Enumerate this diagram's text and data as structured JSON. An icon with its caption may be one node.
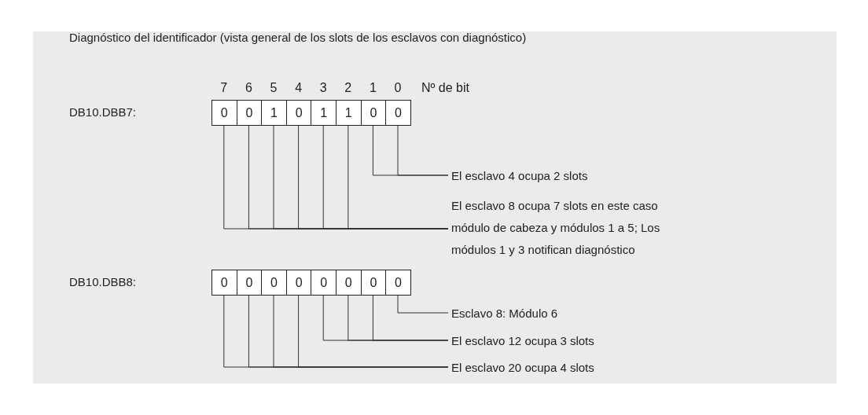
{
  "diagram": {
    "title": "Diagnóstico del identificador (vista general de los slots de los esclavos con diagnóstico)",
    "nodes": [
      {
        "text": [
          "0"
        ]
      },
      {
        "text": [
          "0"
        ]
      },
      {
        "text": [
          "1"
        ]
      },
      {
        "text": [
          "0"
        ]
      },
      {
        "text": [
          "1"
        ]
      },
      {
        "text": [
          "1"
        ]
      },
      {
        "text": [
          "0"
        ]
      },
      {
        "text": [
          "0"
        ]
      },
      {
        "text": [
          "El esclavo 4 ocupa 2 slots"
        ]
      },
      {
        "text": [
          "El esclavo 8 ocupa 7 slots en este caso módulo de cabeza y módulos 1 a 5; Los módulos 1 y 3 notifican diagnóstico"
        ]
      },
      {
        "text": [
          "0"
        ]
      },
      {
        "text": [
          "0"
        ]
      },
      {
        "text": [
          "0"
        ]
      },
      {
        "text": [
          "0"
        ]
      },
      {
        "text": [
          "0"
        ]
      },
      {
        "text": [
          "0"
        ]
      },
      {
        "text": [
          "0"
        ]
      },
      {
        "text": [
          "0"
        ]
      },
      {
        "text": [
          "Esclavo 8: Módulo 6"
        ]
      },
      {
        "text": [
          "El esclavo 12 ocupa 3 slots"
        ]
      },
      {
        "text": [
          "El esclavo 20 ocupa 4 slots"
        ]
      }
    ],
    "edges": [
      {
        "from": 6,
        "to": 8,
        "arrow": "none"
      },
      {
        "from": 7,
        "to": 8,
        "arrow": "none"
      },
      {
        "from": 0,
        "to": 9,
        "arrow": "none"
      },
      {
        "from": 1,
        "to": 9,
        "arrow": "none"
      },
      {
        "from": 2,
        "to": 9,
        "arrow": "none"
      },
      {
        "from": 3,
        "to": 9,
        "arrow": "none"
      },
      {
        "from": 4,
        "to": 9,
        "arrow": "none"
      },
      {
        "from": 5,
        "to": 9,
        "arrow": "none"
      },
      {
        "from": 17,
        "to": 18,
        "arrow": "none"
      },
      {
        "from": 14,
        "to": 19,
        "arrow": "none"
      },
      {
        "from": 15,
        "to": 19,
        "arrow": "none"
      },
      {
        "from": 16,
        "to": 19,
        "arrow": "none"
      },
      {
        "from": 10,
        "to": 20,
        "arrow": "none"
      },
      {
        "from": 11,
        "to": 20,
        "arrow": "none"
      },
      {
        "from": 12,
        "to": 20,
        "arrow": "none"
      },
      {
        "from": 13,
        "to": 20,
        "arrow": "none"
      }
    ],
    "labels": [
      "7",
      "6",
      "5",
      "4",
      "3",
      "2",
      "1",
      "0",
      "Nº de bit",
      "DB10.DBB7:",
      "DB10.DBB8:"
    ]
  }
}
